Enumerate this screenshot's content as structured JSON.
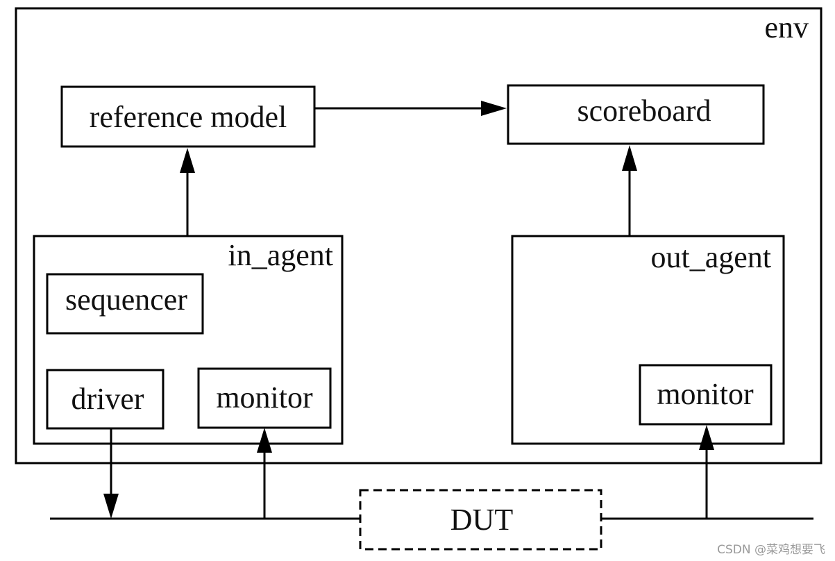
{
  "env": {
    "label": "env"
  },
  "reference_model": {
    "label": "reference model"
  },
  "scoreboard": {
    "label": "scoreboard"
  },
  "in_agent": {
    "label": "in_agent",
    "sequencer": "sequencer",
    "driver": "driver",
    "monitor": "monitor"
  },
  "out_agent": {
    "label": "out_agent",
    "monitor": "monitor"
  },
  "dut": {
    "label": "DUT"
  },
  "watermark": "CSDN @菜鸡想要飞"
}
